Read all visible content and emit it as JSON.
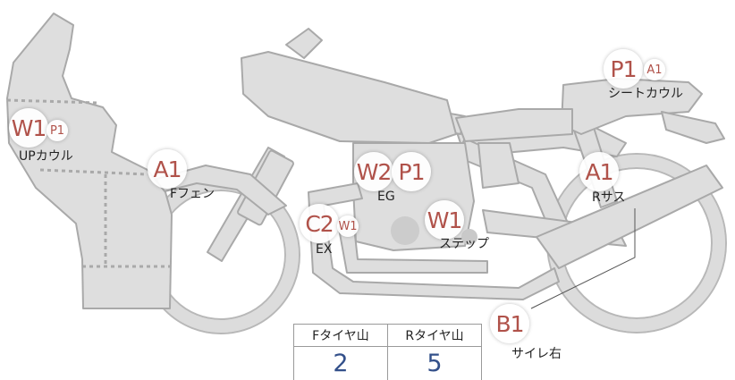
{
  "colors": {
    "bike_fill": "#dedede",
    "bike_stroke": "#a9a9a9",
    "badge_text": "#b0524a",
    "value_text": "#33508a"
  },
  "badges": {
    "upcowl_main": "W1",
    "upcowl_sub": "P1",
    "ffender_main": "A1",
    "eg_main": "W2",
    "eg_second": "P1",
    "ex_main": "C2",
    "ex_sub": "W1",
    "step_main": "W1",
    "seatcowl_main": "P1",
    "seatcowl_sub": "A1",
    "rsus_main": "A1",
    "silencer_main": "B1"
  },
  "labels": {
    "upcowl": "UPカウル",
    "ffender": "Fフェン",
    "eg": "EG",
    "ex": "EX",
    "step": "ステップ",
    "seatcowl": "シートカウル",
    "rsus": "Rサス",
    "silencer": "サイレ右"
  },
  "tire_table": {
    "headers": [
      "Fタイヤ山",
      "Rタイヤ山"
    ],
    "values": [
      "2",
      "5"
    ]
  }
}
